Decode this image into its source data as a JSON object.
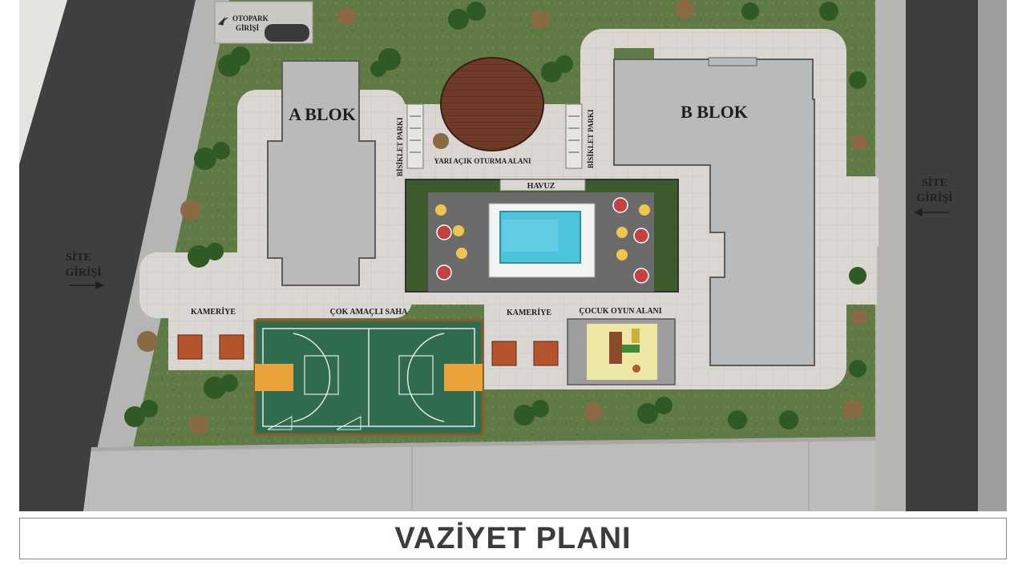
{
  "title": "VAZİYET PLANI",
  "labels": {
    "a_blok": "A BLOK",
    "b_blok": "B BLOK",
    "otopark_line1": "OTOPARK",
    "otopark_line2": "GİRİŞİ",
    "site_left_line1": "SİTE",
    "site_left_line2": "GİRİŞİ",
    "site_right_line1": "SİTE",
    "site_right_line2": "GİRİŞİ",
    "bisiklet_left": "BİSİKLET PARKI",
    "bisiklet_right": "BİSİKLET PARKI",
    "oturma": "YARI AÇIK OTURMA ALANI",
    "havuz": "HAVUZ",
    "kameriye_left": "KAMERİYE",
    "kameriye_right": "KAMERİYE",
    "saha": "ÇOK AMAÇLI SAHA",
    "cocuk": "ÇOCUK OYUN ALANI"
  },
  "colors": {
    "grass": "#5f7a44",
    "road": "#3d3d3d",
    "paving": "#d9d6d2",
    "building": "#b8b9bb",
    "court": "#2f6b4f",
    "pool": "#4ec3dc",
    "deck": "#6b3a26",
    "pergola": "#b5532a"
  }
}
